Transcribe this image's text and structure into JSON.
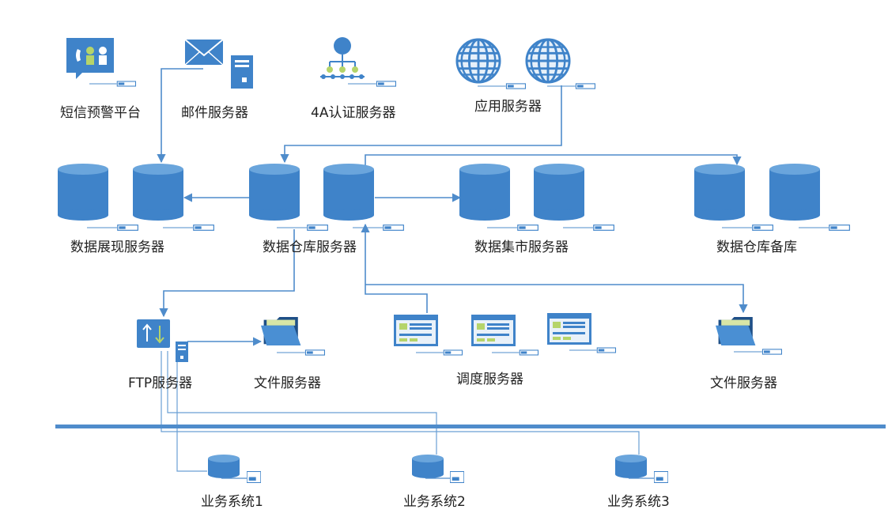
{
  "labels": {
    "sms_platform": "短信预警平台",
    "mail_server": "邮件服务器",
    "auth_4a_server": "4A认证服务器",
    "app_server": "应用服务器",
    "display_server": "数据展现服务器",
    "warehouse_server": "数据仓库服务器",
    "mart_server": "数据集市服务器",
    "warehouse_backup": "数据仓库备库",
    "ftp_server": "FTP服务器",
    "file_server_left": "文件服务器",
    "scheduler_server": "调度服务器",
    "file_server_right": "文件服务器",
    "biz_system_1": "业务系统1",
    "biz_system_2": "业务系统2",
    "biz_system_3": "业务系统3"
  },
  "colors": {
    "node_fill": "#3f83c9",
    "node_light": "#5b9bd5",
    "line": "#4f8ccb",
    "bus": "#4f8ccb",
    "accent_green": "#b5d46a",
    "folder_dark": "#1e4f87"
  },
  "icons": {
    "sms": "phone-and-agent-chat-icon",
    "mail": "envelope-icon",
    "server": "server-tower-icon",
    "auth": "hierarchy-network-icon",
    "app": "globe-icon",
    "database": "database-cylinder-icon",
    "ftp": "ftp-transfer-icon",
    "folder": "folder-icon",
    "scheduler": "window-console-icon"
  }
}
